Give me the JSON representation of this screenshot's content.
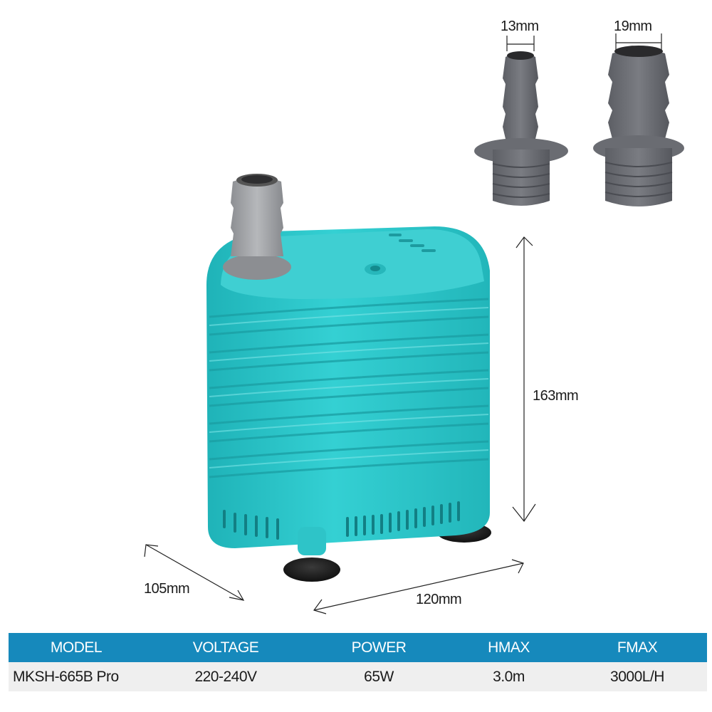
{
  "product": {
    "name": "submersible-water-pump",
    "body_color": "#2EC4C8",
    "fitting_color": "#6E7076"
  },
  "fittings": [
    {
      "label": "13mm"
    },
    {
      "label": "19mm"
    }
  ],
  "dimensions": {
    "height": "163mm",
    "depth": "105mm",
    "width": "120mm"
  },
  "spec_table": {
    "colors": {
      "header_bg": "#1689BC",
      "row_bg": "#EFEFEF"
    },
    "headers": [
      "MODEL",
      "VOLTAGE",
      "POWER",
      "HMAX",
      "FMAX"
    ],
    "rows": [
      [
        "MKSH-665B Pro",
        "220-240V",
        "65W",
        "3.0m",
        "3000L/H"
      ]
    ]
  }
}
